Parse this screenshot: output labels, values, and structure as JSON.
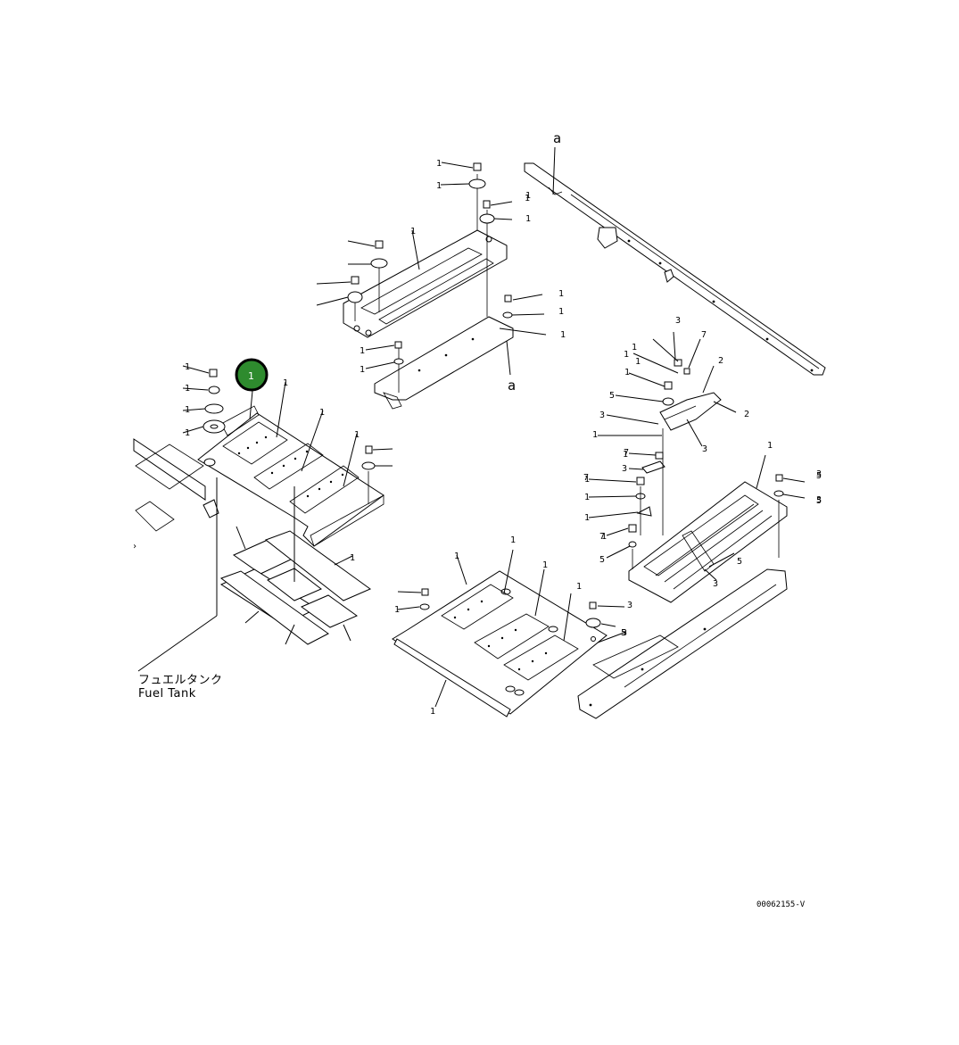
{
  "diagram": {
    "fuel_tank_label_jp": "フュエルタンク",
    "fuel_tank_label_en": "Fuel Tank",
    "drawing_number": "00062155-V",
    "section_marker": "a",
    "highlighted_callout": "1",
    "highlight_color": "#2e8b2e",
    "callout_numbers": [
      "1",
      "1",
      "1",
      "1",
      "1",
      "1",
      "1",
      "1",
      "1",
      "1",
      "1",
      "1",
      "1",
      "1",
      "1",
      "1",
      "1",
      "1",
      "1",
      "1",
      "1",
      "1",
      "1",
      "1",
      "1",
      "1",
      "1",
      "1",
      "1",
      "1",
      "1",
      "1",
      "1",
      "1",
      "1",
      "1",
      "2",
      "2",
      "3",
      "3",
      "3",
      "3",
      "3",
      "3",
      "3",
      "3",
      "3",
      "5",
      "5",
      "5",
      "5",
      "5",
      "5",
      "7",
      "7",
      "7",
      "7"
    ]
  }
}
